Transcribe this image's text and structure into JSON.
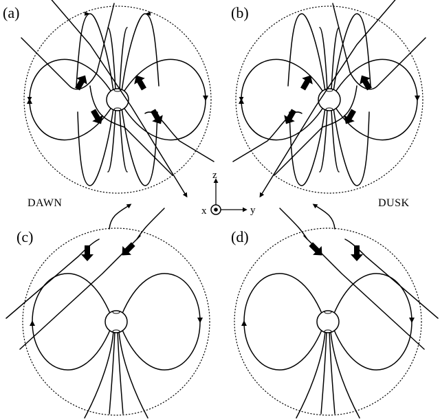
{
  "panels": {
    "a": {
      "label": "(a)"
    },
    "b": {
      "label": "(b)"
    },
    "c": {
      "label": "(c)"
    },
    "d": {
      "label": "(d)"
    }
  },
  "sides": {
    "dawn": "DAWN",
    "dusk": "DUSK"
  },
  "axes": {
    "x": "x",
    "y": "y",
    "z": "z"
  }
}
